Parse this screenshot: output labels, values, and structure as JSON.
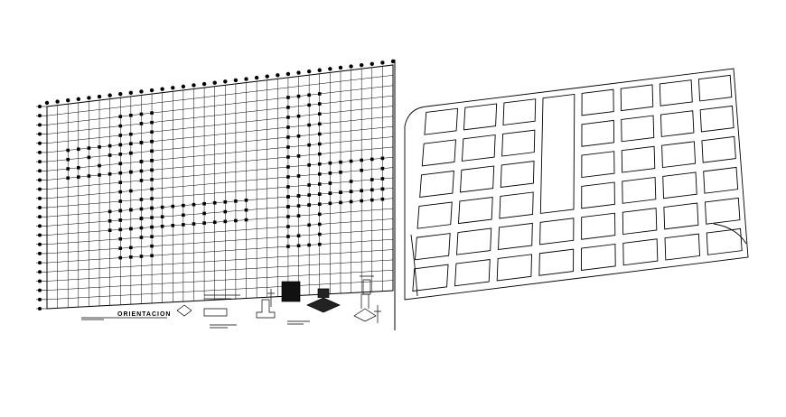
{
  "drawing": {
    "left_sheet": {
      "caption": "ORIENTACION",
      "grid_lines": {
        "vertical": 33,
        "horizontal": 22
      },
      "column_marker_blocks": 3
    },
    "right_sheet": {
      "block_columns": 8,
      "block_rows": 6
    },
    "colors": {
      "line": "#000000",
      "background": "#ffffff"
    }
  }
}
